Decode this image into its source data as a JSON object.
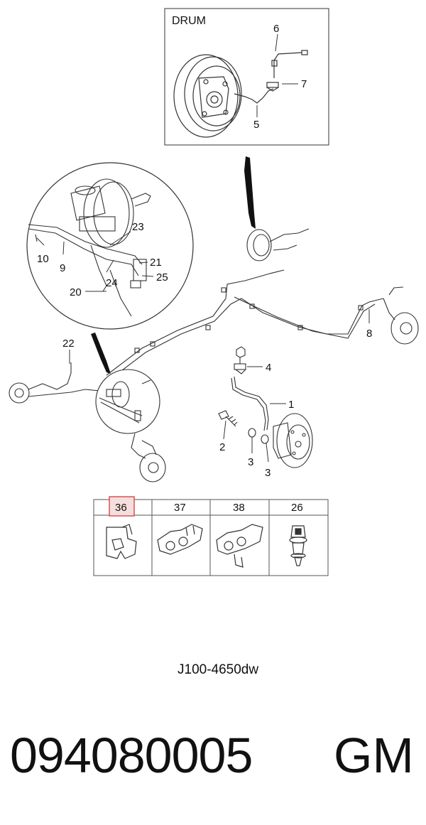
{
  "drum_box": {
    "title": "DRUM"
  },
  "callouts": {
    "c1": "1",
    "c2": "2",
    "c3a": "3",
    "c3b": "3",
    "c4": "4",
    "c5": "5",
    "c6": "6",
    "c7": "7",
    "c8": "8",
    "c9": "9",
    "c10": "10",
    "c20": "20",
    "c21": "21",
    "c22": "22",
    "c23": "23",
    "c24": "24",
    "c25": "25"
  },
  "parts_table": {
    "headers": [
      "36",
      "37",
      "38",
      "26"
    ],
    "highlighted_header": "36",
    "highlight_color": "#d9534f",
    "highlight_fill": "#f6dede"
  },
  "footer": {
    "diagram_code": "J100-4650dw",
    "part_number": "094080005",
    "brand": "GM"
  }
}
